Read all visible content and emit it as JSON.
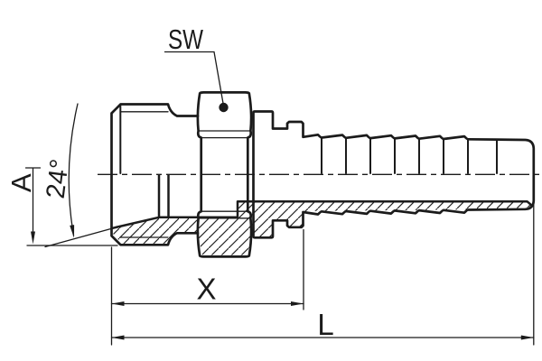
{
  "drawing": {
    "background": "#ffffff",
    "line_color": "#1b1b1b",
    "labels": {
      "wrench_size": "SW",
      "seat_diameter": "A",
      "cone_angle": "24°",
      "compression_length": "X",
      "overall_length": "L"
    }
  }
}
